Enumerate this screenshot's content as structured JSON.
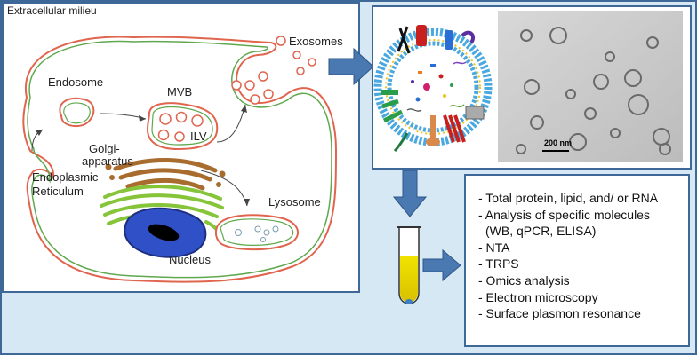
{
  "cell": {
    "title": "Extracellular milieu",
    "labels": {
      "endosome": "Endosome",
      "mvb": "MVB",
      "ilv": "ILV",
      "exosomes": "Exosomes",
      "golgi_line1": "Golgi-",
      "golgi_line2": "apparatus",
      "er_line1": "Endoplasmic",
      "er_line2": "Reticulum",
      "lysosome": "Lysosome",
      "nucleus": "Nucleus"
    }
  },
  "micrograph": {
    "scale_bar_label": "200 nm"
  },
  "analysis_methods": [
    "- Total protein, lipid, and/ or RNA",
    "- Analysis of specific molecules",
    "(WB, qPCR, ELISA)",
    "- NTA",
    "- TRPS",
    "- Omics analysis",
    "- Electron microscopy",
    "- Surface plasmon resonance"
  ],
  "colors": {
    "background": "#d6e8f4",
    "frame_border": "#3d6898",
    "arrow": "#4a78b0",
    "membrane_outer": "#e0654f",
    "membrane_inner": "#5fa84e",
    "golgi": "#a86c2e",
    "er": "#86c43a",
    "nucleus": "#3454c9",
    "tube_liquid": "#e4d000"
  }
}
